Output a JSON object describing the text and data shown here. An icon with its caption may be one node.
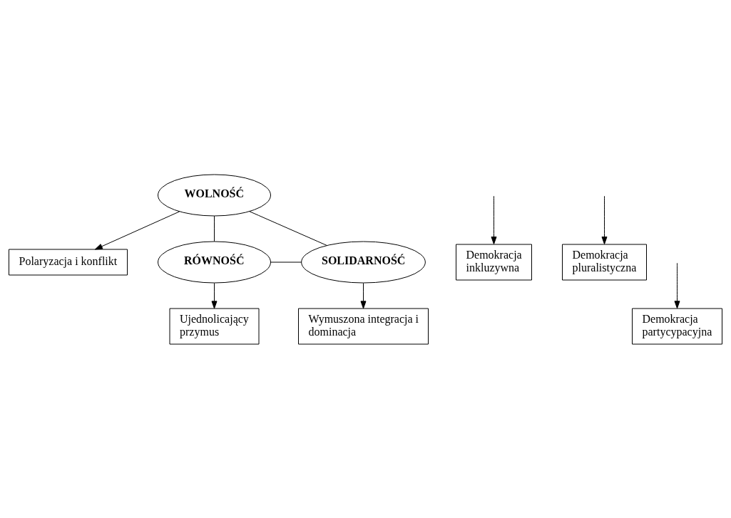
{
  "diagram": {
    "nodes": [
      {
        "text": [
          "Polaryzacja i konflikt"
        ]
      },
      {
        "text": [
          "WOLNOŚĆ"
        ]
      },
      {
        "text": [
          "Demokracja inkluzywna"
        ]
      },
      {
        "text": [
          "Demokracja pluralistyczna"
        ]
      },
      {
        "text": [
          "RÓWNOŚĆ"
        ]
      },
      {
        "text": [
          "SOLIDARNOŚĆ"
        ]
      },
      {
        "text": [
          "Demokracja partycypacyjna"
        ]
      },
      {
        "text": [
          "Ujednolicający przymus"
        ]
      },
      {
        "text": [
          "Wymuszona integracja i dominacja"
        ]
      }
    ],
    "edges": [
      {
        "from": 1,
        "to": 0,
        "arrow": "to"
      },
      {
        "from": 1,
        "to": 4,
        "arrow": "none"
      },
      {
        "from": 1,
        "to": 5,
        "arrow": "none"
      },
      {
        "from": null,
        "to": 2,
        "arrow": "to"
      },
      {
        "from": null,
        "to": 3,
        "arrow": "to"
      },
      {
        "from": 4,
        "to": 5,
        "arrow": "none"
      },
      {
        "from": null,
        "to": 6,
        "arrow": "to"
      },
      {
        "from": 4,
        "to": 7,
        "arrow": "to"
      },
      {
        "from": 5,
        "to": 8,
        "arrow": "to"
      }
    ]
  }
}
